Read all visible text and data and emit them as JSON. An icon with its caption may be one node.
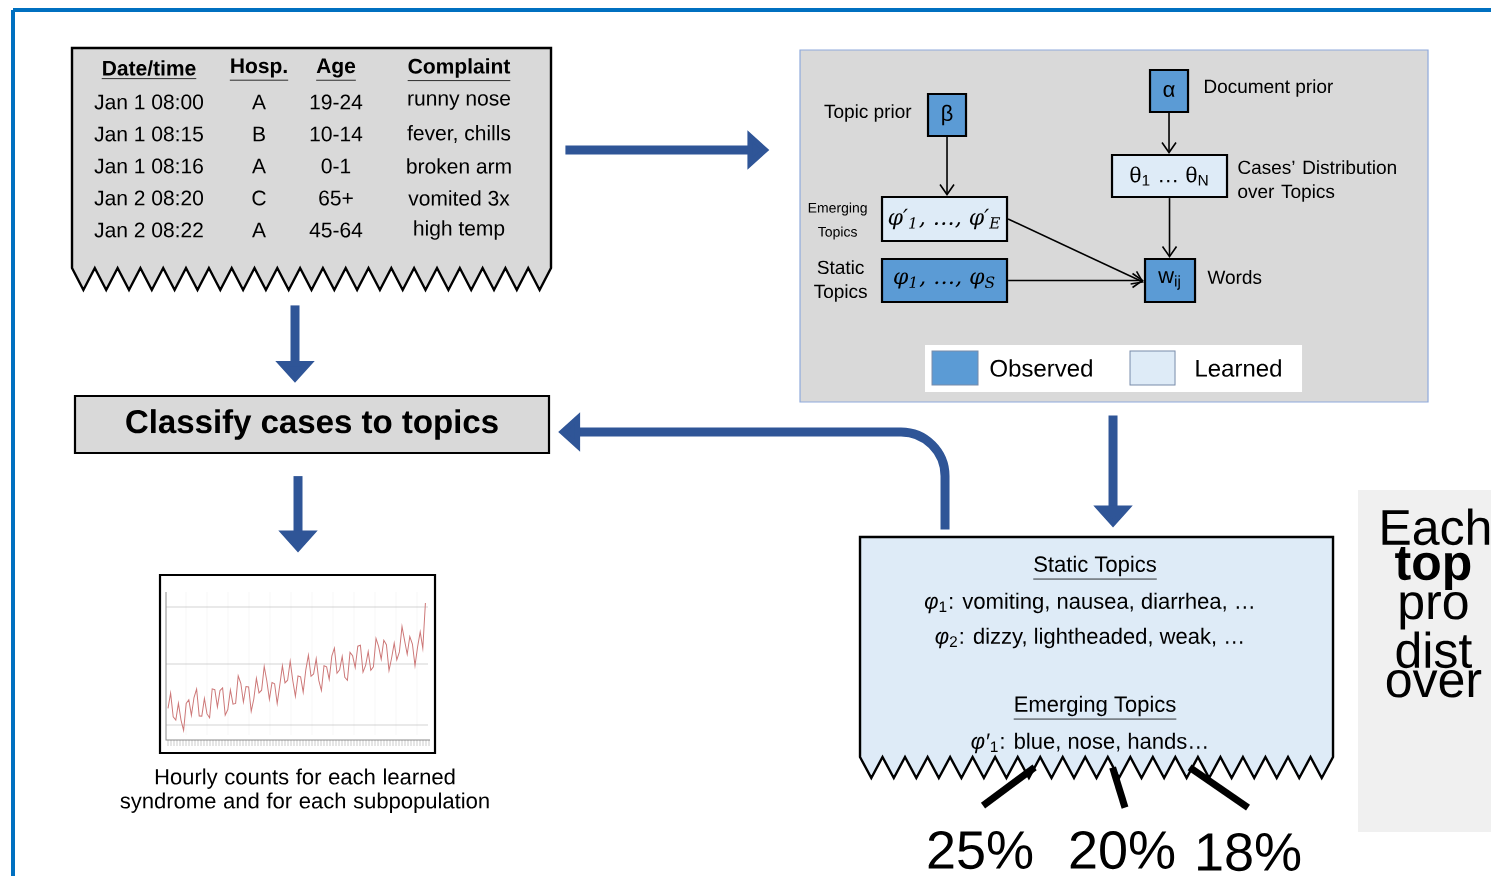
{
  "diagram": {
    "nodes": [
      {
        "text": [
          "Date/time",
          "Hosp.",
          "Age",
          "Complaint",
          "Jan 1 08:00",
          "A",
          "19-24",
          "runny nose",
          "Jan 1 08:15",
          "B",
          "10-14",
          "fever, chills",
          "Jan 1 08:16",
          "A",
          "0-1",
          "broken arm",
          "Jan 2 08:20",
          "C",
          "65+",
          "vomited 3x",
          "Jan 2 08:22",
          "A",
          "45-64",
          "high temp"
        ]
      },
      {
        "text": [],
        "shape": "box"
      },
      {
        "text": [
          "β"
        ],
        "beside": [
          "Topic prior"
        ],
        "in": 1
      },
      {
        "text": [
          "α"
        ],
        "beside": [
          "Document prior"
        ],
        "in": 1
      },
      {
        "text": [
          "θ$_{1}$ … θ$_{N}$"
        ],
        "beside": [
          "Cases’ Distribution over Topics"
        ],
        "in": 1
      },
      {
        "text": [
          "φ′$_{1}$, …, φ′$_{E}$"
        ],
        "beside": [
          "Emerging Topics"
        ],
        "in": 1
      },
      {
        "text": [
          "φ$_{1}$, …, φ$_{S}$"
        ],
        "beside": [
          "Static Topics"
        ],
        "in": 1
      },
      {
        "text": [
          "w$_{ij}$"
        ],
        "beside": [
          "Words"
        ],
        "in": 1
      },
      {
        "text": [
          "Classify cases to topics"
        ]
      },
      {
        "text": [],
        "shape": "picture",
        "beside": [
          "Hourly counts for each learned syndrome and for each subpopulation"
        ]
      },
      {
        "text": [
          "Static Topics",
          "*φ*$_{1}$: vomiting, nausea, diarrhea, …",
          "*φ*$_{2}$: dizzy, lightheaded, weak, …",
          "Emerging Topics",
          "*φ′*$_{1}$: blue, nose, hands…"
        ]
      },
      {
        "text": [
          "Each **top** pro dist over"
        ]
      },
      {
        "text": [
          "25%"
        ]
      },
      {
        "text": [
          "20%"
        ]
      },
      {
        "text": [
          "18%"
        ]
      }
    ],
    "edges": [
      {
        "from": 0,
        "to": 1,
        "arrow": "to",
        "color": "#2f5597"
      },
      {
        "from": 0,
        "to": 8,
        "arrow": "to",
        "color": "#2f5597"
      },
      {
        "from": 1,
        "to": 10,
        "arrow": "to",
        "color": "#2f5597"
      },
      {
        "from": 10,
        "to": 8,
        "arrow": "to",
        "color": "#2f5597"
      },
      {
        "from": 8,
        "to": 9,
        "arrow": "to",
        "color": "#2f5597"
      },
      {
        "from": 2,
        "to": 5,
        "arrow": "to"
      },
      {
        "from": 3,
        "to": 4,
        "arrow": "to"
      },
      {
        "from": 4,
        "to": 7,
        "arrow": "to"
      },
      {
        "from": 5,
        "to": 7,
        "arrow": "to"
      },
      {
        "from": 6,
        "to": 7,
        "arrow": "to"
      },
      {
        "from": 12,
        "to": 10,
        "arrow": "none"
      },
      {
        "from": 13,
        "to": 10,
        "arrow": "none"
      },
      {
        "from": 14,
        "to": 10,
        "arrow": "none"
      }
    ],
    "legend": [
      {
        "text": "Observed",
        "color": "#5b9bd5"
      },
      {
        "text": "Learned",
        "color": "#deebf7"
      }
    ]
  }
}
